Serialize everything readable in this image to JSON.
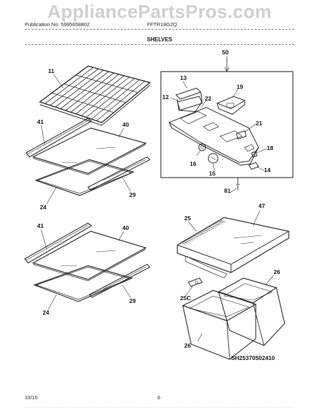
{
  "watermark": "AppliancePartsPros.com",
  "header": {
    "publication": "Publication No: 5995658802",
    "model": "FFTR18G2Q",
    "section_title": "SHELVES"
  },
  "callouts": {
    "c11": "11",
    "c41a": "41",
    "c40a": "40",
    "c29a": "29",
    "c24a": "24",
    "c50": "50",
    "c13": "13",
    "c12": "12",
    "c22": "22",
    "c19": "19",
    "c21": "21",
    "c18": "18",
    "c14": "14",
    "c16": "16",
    "c15": "15",
    "c81": "81",
    "c41b": "41",
    "c40b": "40",
    "c29b": "29",
    "c24b": "24",
    "c47": "47",
    "c25": "25",
    "c26a": "26",
    "c25c": "25C",
    "c26b": "26"
  },
  "diagram_id": "SH25370502410",
  "footer": {
    "date": "10/15",
    "page": "6"
  }
}
